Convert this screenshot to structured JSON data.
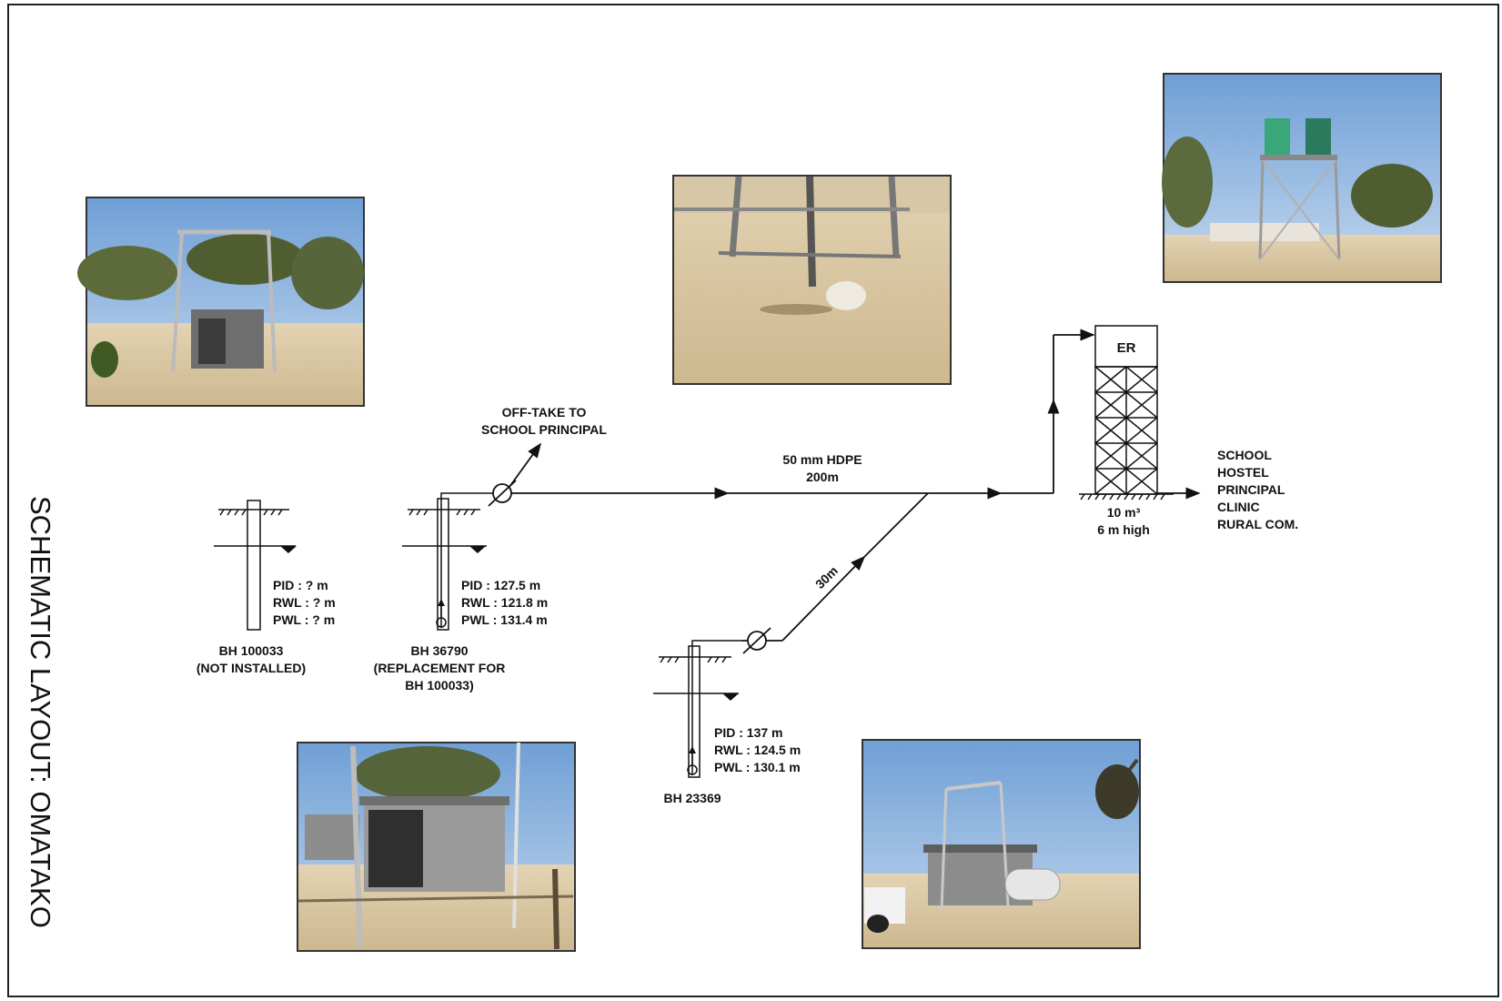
{
  "title": "SCHEMATIC LAYOUT: OMATAKO",
  "boreholes": [
    {
      "id": "BH 100033",
      "note": "(NOT INSTALLED)",
      "pid": "PID : ? m",
      "rwl": "RWL : ? m",
      "pwl": "PWL : ? m"
    },
    {
      "id": "BH 36790",
      "note": "(REPLACEMENT FOR",
      "note2": "BH 100033)",
      "pid": "PID : 127.5 m",
      "rwl": "RWL : 121.8 m",
      "pwl": "PWL : 131.4 m"
    },
    {
      "id": "BH 23369",
      "pid": "PID : 137 m",
      "rwl": "RWL : 124.5 m",
      "pwl": "PWL : 130.1 m"
    }
  ],
  "offtake": {
    "line1": "OFF-TAKE TO",
    "line2": "SCHOOL PRINCIPAL"
  },
  "pipe": {
    "line1": "50 mm HDPE",
    "line2": "200m",
    "branch": "30m"
  },
  "reservoir": {
    "label": "ER",
    "capacity": "10 m³",
    "height": "6 m high"
  },
  "consumers": [
    "SCHOOL",
    "HOSTEL",
    "PRINCIPAL",
    "CLINIC",
    "RURAL COM."
  ],
  "colors": {
    "line": "#111111",
    "sky": "#8fb4de",
    "sand": "#d9c8a8"
  }
}
